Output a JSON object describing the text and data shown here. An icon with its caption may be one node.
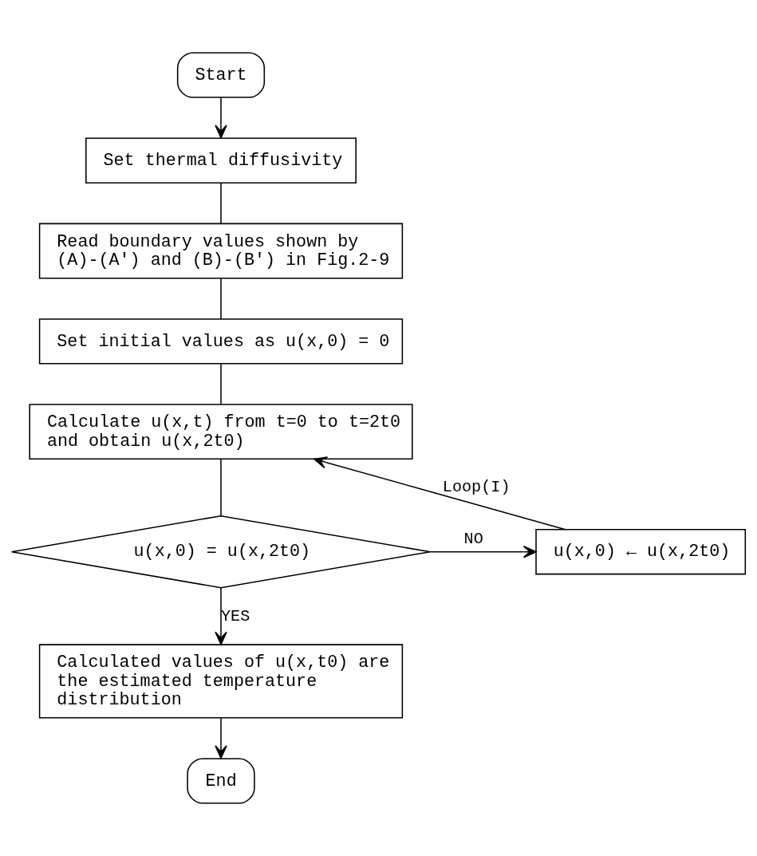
{
  "diagram": {
    "nodes": [
      {
        "text": [
          "Start"
        ]
      },
      {
        "text": [
          "Set thermal diffusivity"
        ]
      },
      {
        "text": [
          "Read boundary values shown by (A)-(A') and (B)-(B') in Fig.2-9"
        ]
      },
      {
        "text": [
          "Set initial values as u(x,0) = 0"
        ]
      },
      {
        "text": [
          "Calculate u(x,t) from t=0 to t=2t0 and obtain u(x,2t0)"
        ]
      },
      {
        "text": [
          "u(x,0) = u(x,2t0)"
        ]
      },
      {
        "text": [
          "u(x,0) ← u(x,2t0)"
        ]
      },
      {
        "text": [
          "Calculated values of u(x,t0) are the estimated temperature distribution"
        ]
      },
      {
        "text": [
          "End"
        ]
      }
    ],
    "edges": [
      {
        "from": 0,
        "to": 1,
        "arrow": "to"
      },
      {
        "from": 1,
        "to": 2,
        "arrow": "none"
      },
      {
        "from": 2,
        "to": 3,
        "arrow": "none"
      },
      {
        "from": 3,
        "to": 4,
        "arrow": "none"
      },
      {
        "from": 4,
        "to": 5,
        "arrow": "none"
      },
      {
        "from": 5,
        "to": 6,
        "arrow": "to",
        "label": "NO"
      },
      {
        "from": 6,
        "to": 4,
        "arrow": "to",
        "label": "Loop(I)"
      },
      {
        "from": 5,
        "to": 7,
        "arrow": "to",
        "label": "YES"
      },
      {
        "from": 7,
        "to": 8,
        "arrow": "to"
      }
    ]
  }
}
